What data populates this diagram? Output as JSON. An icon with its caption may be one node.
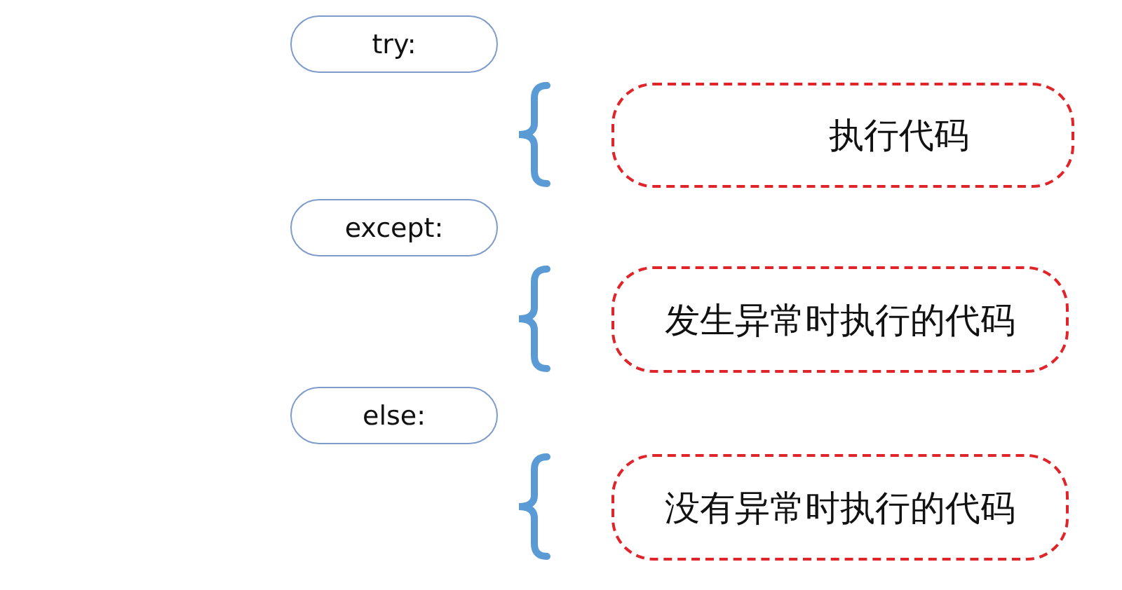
{
  "diagram": {
    "nodes": [
      {
        "text": [
          "try:"
        ]
      },
      {
        "text": [
          "执行代码"
        ]
      },
      {
        "text": [
          "except:"
        ]
      },
      {
        "text": [
          "发生异常时执行的代码"
        ]
      },
      {
        "text": [
          "else:"
        ]
      },
      {
        "text": [
          "没有异常时执行的代码"
        ]
      }
    ]
  }
}
